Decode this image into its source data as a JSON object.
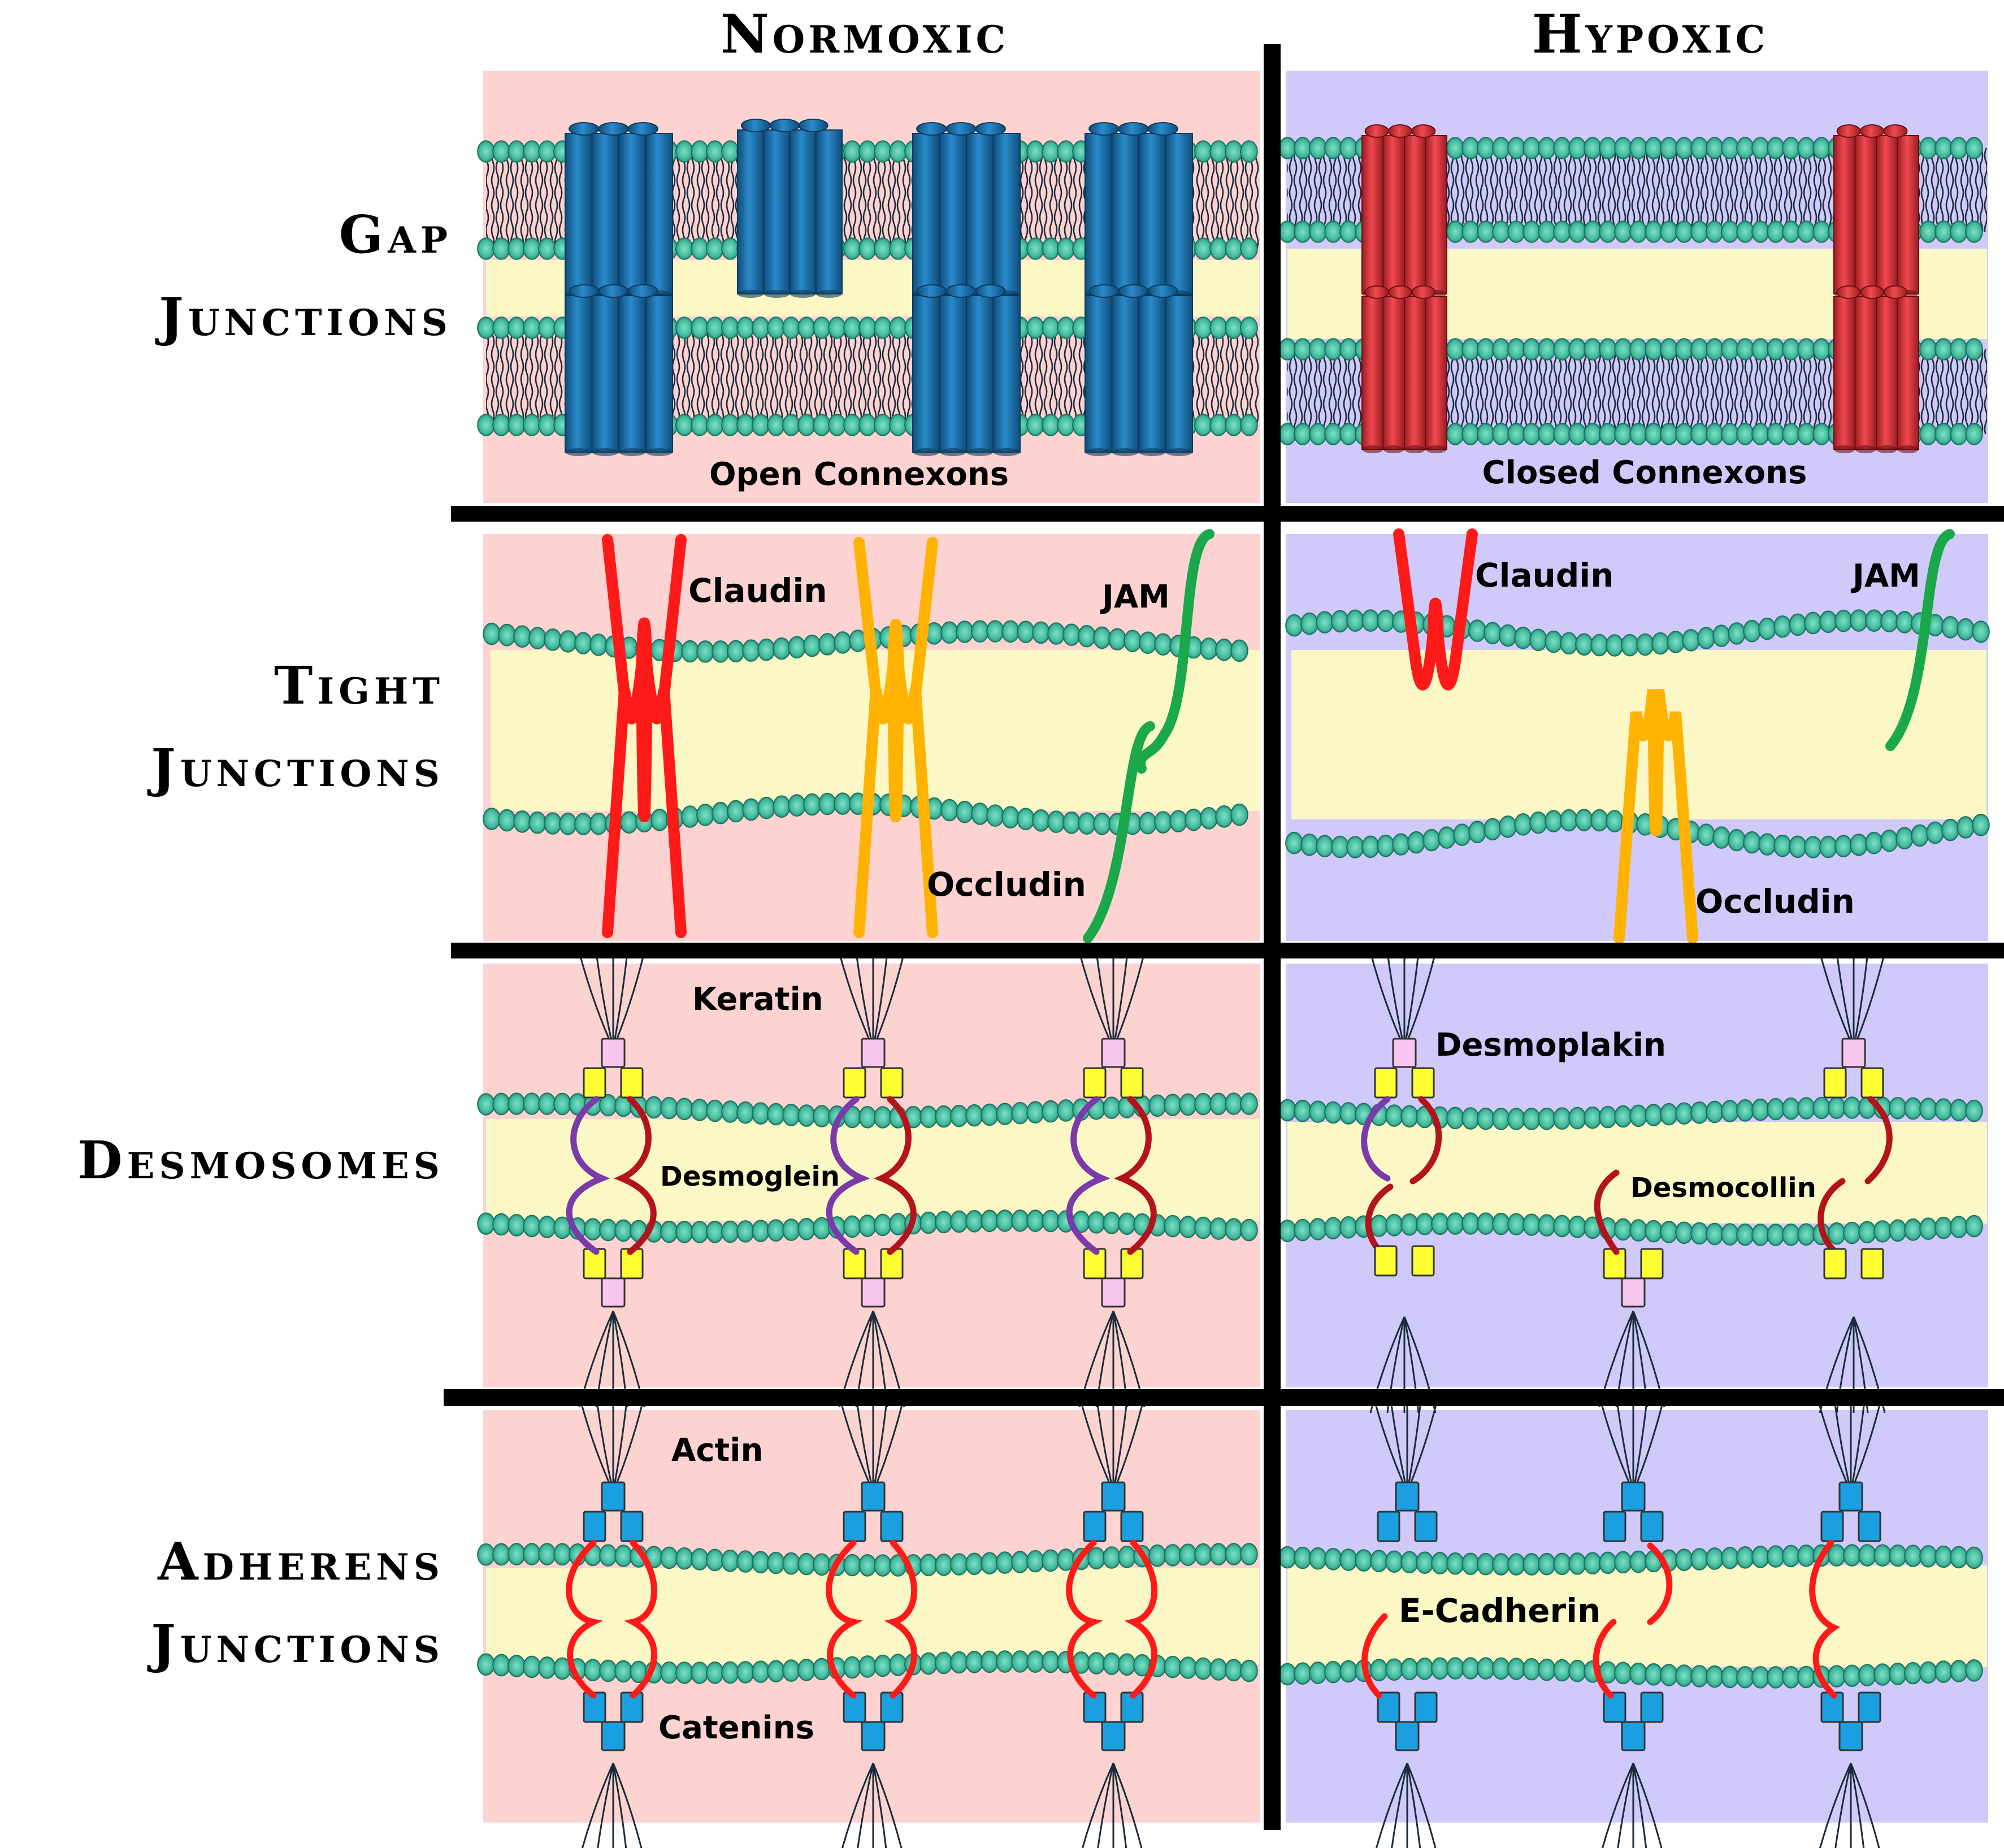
{
  "columns": {
    "normoxic": "Normoxic",
    "hypoxic": "Hypoxic"
  },
  "rows": {
    "gap": [
      "Gap",
      "Junctions"
    ],
    "tight": [
      "Tight",
      "Junctions"
    ],
    "desmosomes": [
      "Desmosomes"
    ],
    "adherens": [
      "Adherens",
      "Junctions"
    ]
  },
  "labels": {
    "open_connexons": "Open Connexons",
    "closed_connexons": "Closed Connexons",
    "claudin": "Claudin",
    "jam": "JAM",
    "occludin": "Occludin",
    "keratin": "Keratin",
    "desmoglein": "Desmoglein",
    "desmoplakin": "Desmoplakin",
    "desmocollin": "Desmocollin",
    "actin": "Actin",
    "catenins": "Catenins",
    "e_cadherin": "E-Cadherin"
  },
  "colors": {
    "normoxic_bg": "#fcd3d0",
    "hypoxic_bg": "#cfcafa",
    "extracellular": "#fbf8c6",
    "lipid_head": "#3fb89b",
    "lipid_head_dark": "#1b6e5c",
    "lipid_tail": "#1a2b3a",
    "open_connexon": "#1e77b4",
    "closed_connexon": "#d9333a",
    "claudin": "#ff1a1a",
    "occludin": "#ffb300",
    "jam": "#1aa84a",
    "desmoglein": "#7a3aa8",
    "desmocollin": "#b3141c",
    "plaque_yellow": "#ffff33",
    "plaque_pink": "#f6c6ee",
    "catenin": "#1a9fe0",
    "cadherin": "#ff1a1a",
    "divider": "#000000"
  }
}
